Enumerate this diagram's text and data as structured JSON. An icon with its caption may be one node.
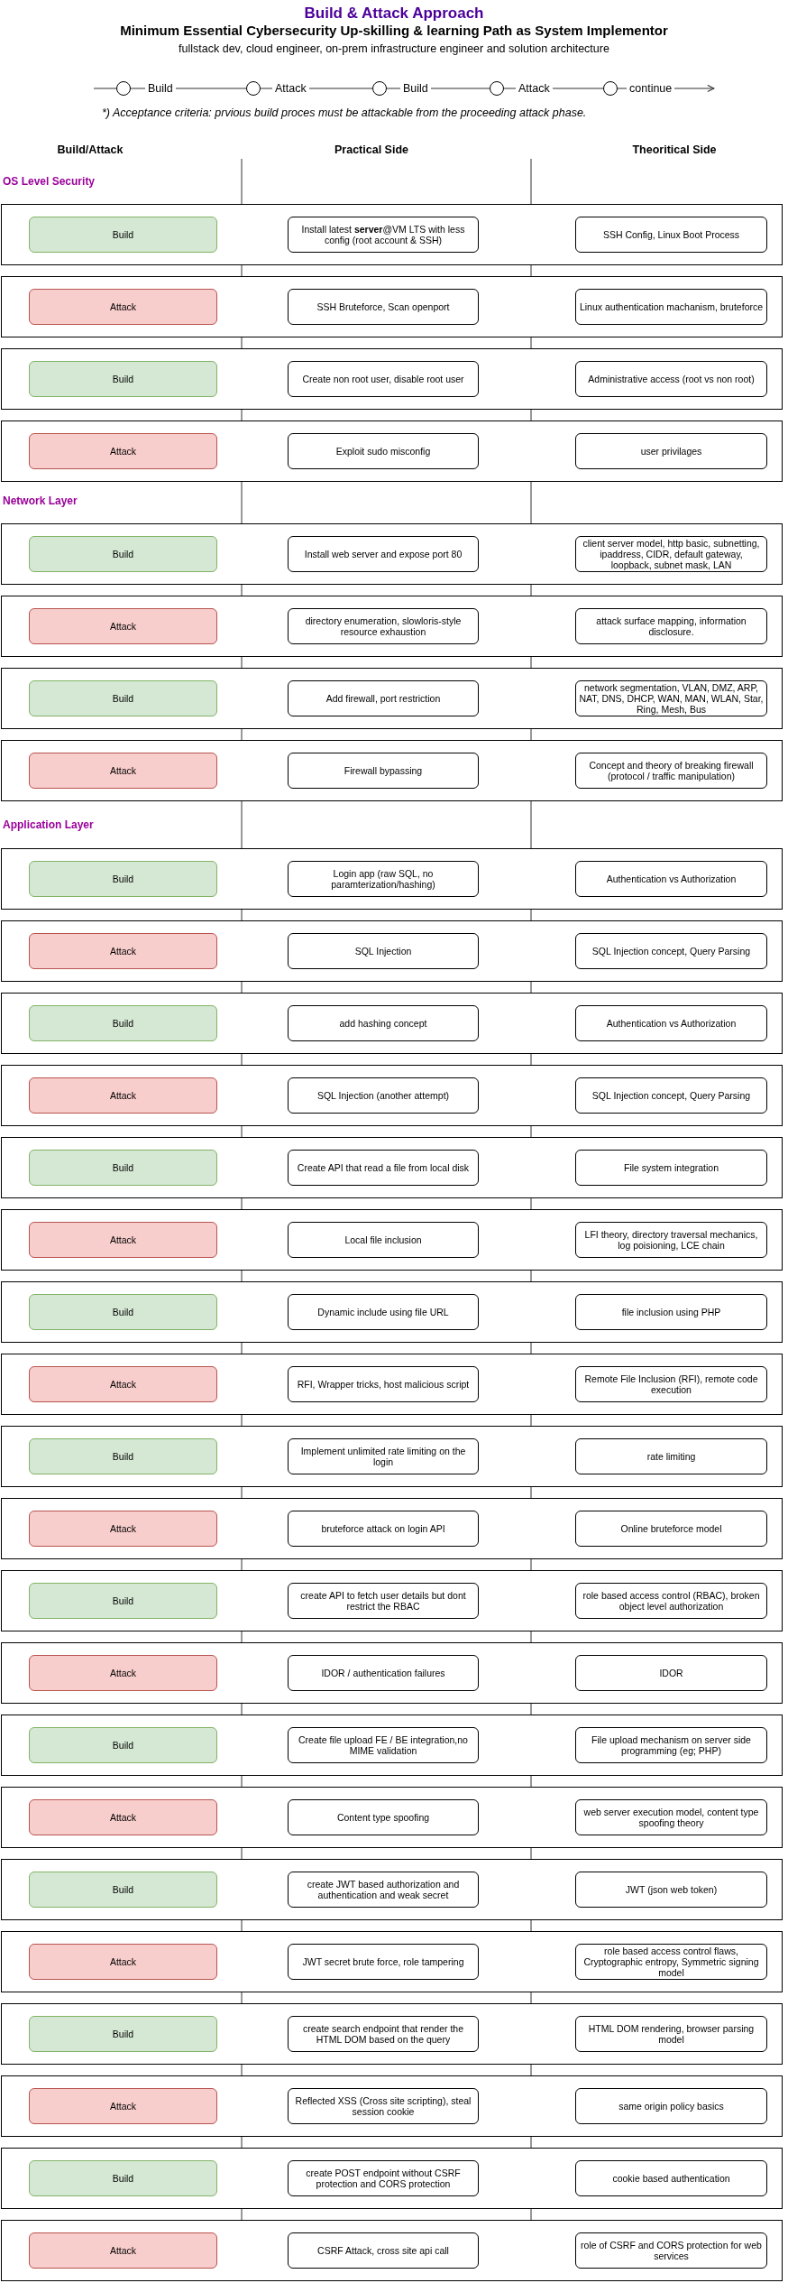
{
  "diagram": {
    "title": "Build & Attack Approach",
    "labels": [
      "Minimum Essential Cybersecurity Up-skilling & learning Path as System Implementor",
      "fullstack dev, cloud engineer, on-prem infrastructure engineer and solution architecture",
      "*) Acceptance criteria: prvious build proces must be attackable from the proceeding attack phase.",
      "Build/Attack",
      "Practical Side",
      "Theoritical Side",
      "OS Level Security",
      "Network Layer",
      "Application Layer"
    ],
    "nodes": [
      {
        "text": [],
        "shape": "circle",
        "beside": [
          "Build"
        ]
      },
      {
        "text": [],
        "shape": "circle",
        "beside": [
          "Attack"
        ]
      },
      {
        "text": [],
        "shape": "circle",
        "beside": [
          "Build"
        ]
      },
      {
        "text": [],
        "shape": "circle",
        "beside": [
          "Attack"
        ]
      },
      {
        "text": [],
        "shape": "circle",
        "beside": [
          "continue"
        ]
      },
      {
        "text": [],
        "shape": "box"
      },
      {
        "text": [
          "Build"
        ],
        "in": 5
      },
      {
        "text": [
          "Install latest **server**@VM LTS with less config (root account & SSH)"
        ],
        "in": 5
      },
      {
        "text": [
          "SSH Config, Linux Boot Process"
        ],
        "in": 5
      },
      {
        "text": [],
        "shape": "box"
      },
      {
        "text": [
          "Attack"
        ],
        "in": 9
      },
      {
        "text": [
          "SSH Bruteforce, Scan openport"
        ],
        "in": 9
      },
      {
        "text": [
          "Linux authentication machanism, bruteforce"
        ],
        "in": 9
      },
      {
        "text": [],
        "shape": "box"
      },
      {
        "text": [
          "Build"
        ],
        "in": 13
      },
      {
        "text": [
          "Create non root user, disable root user"
        ],
        "in": 13
      },
      {
        "text": [
          "Administrative access (root vs non root)"
        ],
        "in": 13
      },
      {
        "text": [],
        "shape": "box"
      },
      {
        "text": [
          "Attack"
        ],
        "in": 17
      },
      {
        "text": [
          "Exploit sudo misconfig"
        ],
        "in": 17
      },
      {
        "text": [
          "user privilages"
        ],
        "in": 17
      },
      {
        "text": [],
        "shape": "box"
      },
      {
        "text": [
          "Build"
        ],
        "in": 21
      },
      {
        "text": [
          "Install web server and expose port 80"
        ],
        "in": 21
      },
      {
        "text": [
          "client server model, http basic, subnetting, ipaddress, CIDR, default gateway, loopback, subnet mask, LAN"
        ],
        "in": 21
      },
      {
        "text": [],
        "shape": "box"
      },
      {
        "text": [
          "Attack"
        ],
        "in": 25
      },
      {
        "text": [
          "directory enumeration, slowloris-style resource exhaustion"
        ],
        "in": 25
      },
      {
        "text": [
          "attack surface mapping, information disclosure."
        ],
        "in": 25
      },
      {
        "text": [],
        "shape": "box"
      },
      {
        "text": [
          "Build"
        ],
        "in": 29
      },
      {
        "text": [
          "Add firewall, port restriction"
        ],
        "in": 29
      },
      {
        "text": [
          "network segmentation, VLAN, DMZ, ARP, NAT, DNS, DHCP, WAN, MAN, WLAN, Star, Ring, Mesh, Bus"
        ],
        "in": 29
      },
      {
        "text": [],
        "shape": "box"
      },
      {
        "text": [
          "Attack"
        ],
        "in": 33
      },
      {
        "text": [
          "Firewall bypassing"
        ],
        "in": 33
      },
      {
        "text": [
          "Concept and theory of breaking firewall (protocol / traffic manipulation)"
        ],
        "in": 33
      },
      {
        "text": [],
        "shape": "box"
      },
      {
        "text": [
          "Build"
        ],
        "in": 37
      },
      {
        "text": [
          "Login app (raw SQL, no paramterization/hashing)"
        ],
        "in": 37
      },
      {
        "text": [
          "Authentication vs Authorization"
        ],
        "in": 37
      },
      {
        "text": [],
        "shape": "box"
      },
      {
        "text": [
          "Attack"
        ],
        "in": 41
      },
      {
        "text": [
          "SQL Injection"
        ],
        "in": 41
      },
      {
        "text": [
          "SQL Injection concept, Query Parsing"
        ],
        "in": 41
      },
      {
        "text": [],
        "shape": "box"
      },
      {
        "text": [
          "Build"
        ],
        "in": 45
      },
      {
        "text": [
          "add hashing concept"
        ],
        "in": 45
      },
      {
        "text": [
          "Authentication vs Authorization"
        ],
        "in": 45
      },
      {
        "text": [],
        "shape": "box"
      },
      {
        "text": [
          "Attack"
        ],
        "in": 49
      },
      {
        "text": [
          "SQL Injection (another attempt)"
        ],
        "in": 49
      },
      {
        "text": [
          "SQL Injection concept, Query Parsing"
        ],
        "in": 49
      },
      {
        "text": [],
        "shape": "box"
      },
      {
        "text": [
          "Build"
        ],
        "in": 53
      },
      {
        "text": [
          "Create API that read a file from local disk"
        ],
        "in": 53
      },
      {
        "text": [
          "File system integration"
        ],
        "in": 53
      },
      {
        "text": [],
        "shape": "box"
      },
      {
        "text": [
          "Attack"
        ],
        "in": 57
      },
      {
        "text": [
          "Local file inclusion"
        ],
        "in": 57
      },
      {
        "text": [
          "LFI theory, directory traversal mechanics, log poisioning, LCE chain"
        ],
        "in": 57
      },
      {
        "text": [],
        "shape": "box"
      },
      {
        "text": [
          "Build"
        ],
        "in": 61
      },
      {
        "text": [
          "Dynamic include using file URL"
        ],
        "in": 61
      },
      {
        "text": [
          "file inclusion using PHP"
        ],
        "in": 61
      },
      {
        "text": [],
        "shape": "box"
      },
      {
        "text": [
          "Attack"
        ],
        "in": 65
      },
      {
        "text": [
          "RFI, Wrapper tricks, host malicious script"
        ],
        "in": 65
      },
      {
        "text": [
          "Remote File Inclusion (RFI), remote code execution"
        ],
        "in": 65
      },
      {
        "text": [],
        "shape": "box"
      },
      {
        "text": [
          "Build"
        ],
        "in": 69
      },
      {
        "text": [
          "Implement unlimited rate limiting on the login"
        ],
        "in": 69
      },
      {
        "text": [
          "rate limiting"
        ],
        "in": 69
      },
      {
        "text": [],
        "shape": "box"
      },
      {
        "text": [
          "Attack"
        ],
        "in": 73
      },
      {
        "text": [
          "bruteforce attack on login API"
        ],
        "in": 73
      },
      {
        "text": [
          "Online bruteforce model"
        ],
        "in": 73
      },
      {
        "text": [],
        "shape": "box"
      },
      {
        "text": [
          "Build"
        ],
        "in": 77
      },
      {
        "text": [
          "create API to fetch user details but dont restrict the RBAC"
        ],
        "in": 77
      },
      {
        "text": [
          "role based access control (RBAC), broken object level authorization"
        ],
        "in": 77
      },
      {
        "text": [],
        "shape": "box"
      },
      {
        "text": [
          "Attack"
        ],
        "in": 81
      },
      {
        "text": [
          "IDOR / authentication failures"
        ],
        "in": 81
      },
      {
        "text": [
          "IDOR"
        ],
        "in": 81
      },
      {
        "text": [],
        "shape": "box"
      },
      {
        "text": [
          "Build"
        ],
        "in": 85
      },
      {
        "text": [
          "Create file upload FE / BE integration,no MIME validation"
        ],
        "in": 85
      },
      {
        "text": [
          "File upload mechanism on server side programming (eg; PHP)"
        ],
        "in": 85
      },
      {
        "text": [],
        "shape": "box"
      },
      {
        "text": [
          "Attack"
        ],
        "in": 89
      },
      {
        "text": [
          "Content type spoofing"
        ],
        "in": 89
      },
      {
        "text": [
          "web server execution model, content type spoofing theory"
        ],
        "in": 89
      },
      {
        "text": [],
        "shape": "box"
      },
      {
        "text": [
          "Build"
        ],
        "in": 93
      },
      {
        "text": [
          "create JWT based authorization and authentication and weak secret"
        ],
        "in": 93
      },
      {
        "text": [
          "JWT (json web token)"
        ],
        "in": 93
      },
      {
        "text": [],
        "shape": "box"
      },
      {
        "text": [
          "Attack"
        ],
        "in": 97
      },
      {
        "text": [
          "JWT secret brute force, role tampering"
        ],
        "in": 97
      },
      {
        "text": [
          "role based access control flaws, Cryptographic entropy, Symmetric signing model"
        ],
        "in": 97
      },
      {
        "text": [],
        "shape": "box"
      },
      {
        "text": [
          "Build"
        ],
        "in": 101
      },
      {
        "text": [
          "create search endpoint that render the HTML DOM based on the query"
        ],
        "in": 101
      },
      {
        "text": [
          "HTML DOM rendering, browser parsing model"
        ],
        "in": 101
      },
      {
        "text": [],
        "shape": "box"
      },
      {
        "text": [
          "Attack"
        ],
        "in": 105
      },
      {
        "text": [
          "Reflected XSS (Cross site scripting), steal session cookie"
        ],
        "in": 105
      },
      {
        "text": [
          "same origin policy basics"
        ],
        "in": 105
      },
      {
        "text": [],
        "shape": "box"
      },
      {
        "text": [
          "Build"
        ],
        "in": 109
      },
      {
        "text": [
          "create POST endpoint without CSRF protection and CORS protection"
        ],
        "in": 109
      },
      {
        "text": [
          "cookie based authentication"
        ],
        "in": 109
      },
      {
        "text": [],
        "shape": "box"
      },
      {
        "text": [
          "Attack"
        ],
        "in": 113
      },
      {
        "text": [
          "CSRF Attack, cross site api call"
        ],
        "in": 113
      },
      {
        "text": [
          "role of CSRF and CORS protection for web services"
        ],
        "in": 113
      }
    ],
    "edges": [
      {
        "from": null,
        "to": 0,
        "arrow": "none"
      },
      {
        "from": 0,
        "to": 1,
        "arrow": "none"
      },
      {
        "from": 1,
        "to": 2,
        "arrow": "none"
      },
      {
        "from": 2,
        "to": 3,
        "arrow": "none"
      },
      {
        "from": 3,
        "to": 4,
        "arrow": "none"
      },
      {
        "from": 4,
        "to": null,
        "arrow": "to"
      }
    ]
  }
}
